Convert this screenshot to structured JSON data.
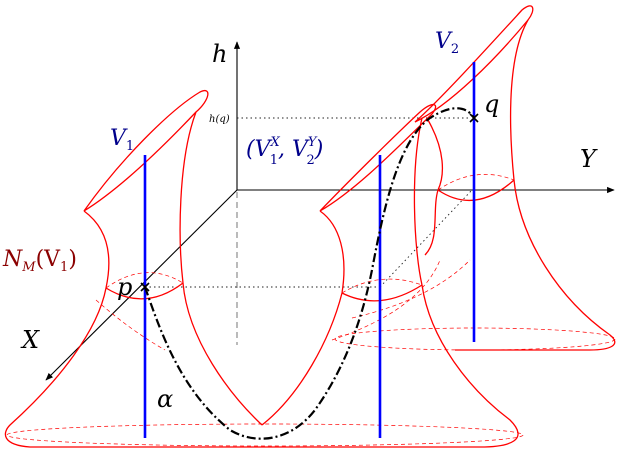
{
  "axes": {
    "h_label": "h",
    "y_label": "Y",
    "x_label": "X",
    "hq_label": "h(q)"
  },
  "points": {
    "p_label": "p",
    "q_label": "q"
  },
  "fibers": {
    "v1_label": "V",
    "v1_sub": "1",
    "v2_label": "V",
    "v2_sub": "2"
  },
  "neighborhood": {
    "prefix": "N",
    "sub": "M",
    "arg": "(V",
    "arg_sub": "1",
    "close": ")"
  },
  "pair": {
    "open": "(V",
    "sub1": "1",
    "sup1": "X",
    "comma": ", V",
    "sub2": "2",
    "sup2": "Y",
    "close": ")"
  },
  "curve": {
    "alpha_label": "α"
  },
  "colors": {
    "surface": "#ff0000",
    "fiber": "#0000ff",
    "label_blue": "#00008b",
    "label_darkred": "#8b0000",
    "axis": "#000000"
  }
}
